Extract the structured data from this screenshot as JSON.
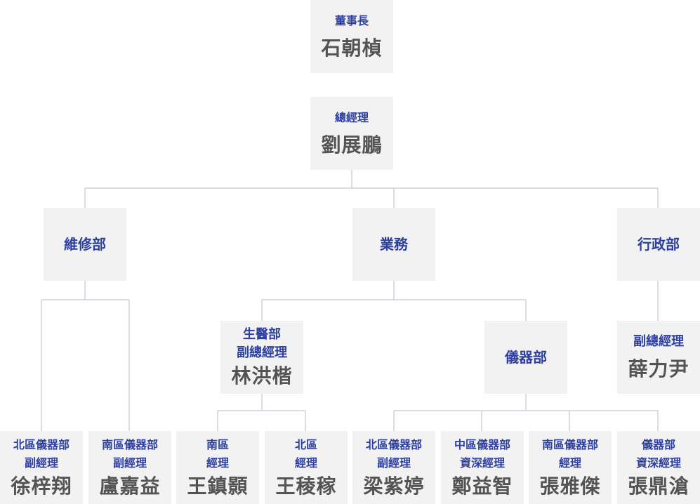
{
  "chairman": {
    "title": "董事長",
    "name": "石朝楨"
  },
  "gm": {
    "title": "總經理",
    "name": "劉展鵬"
  },
  "departments": {
    "maintenance": {
      "title": "維修部"
    },
    "sales": {
      "title": "業務"
    },
    "admin": {
      "title": "行政部"
    }
  },
  "biomedical": {
    "title": "生醫部\n副總經理",
    "name": "林洪楷"
  },
  "instruments": {
    "title": "儀器部"
  },
  "admin_vp": {
    "title": "副總經理",
    "name": "薛力尹"
  },
  "staff": [
    {
      "title": "北區儀器部\n副經理",
      "name": "徐梓翔"
    },
    {
      "title": "南區儀器部\n副經理",
      "name": "盧嘉益"
    },
    {
      "title": "南區\n經理",
      "name": "王鎮顥"
    },
    {
      "title": "北區\n經理",
      "name": "王稜稼"
    },
    {
      "title": "北區儀器部\n副經理",
      "name": "梁紫婷"
    },
    {
      "title": "中區儀器部\n資深經理",
      "name": "鄭益智"
    },
    {
      "title": "南區儀器部\n經理",
      "name": "張雅傑"
    },
    {
      "title": "儀器部\n資深經理",
      "name": "張鼎滄"
    }
  ],
  "colors": {
    "box": "#f2f2f2",
    "role": "#2d3fa0",
    "name": "#545454",
    "line": "#c5c5d6"
  }
}
